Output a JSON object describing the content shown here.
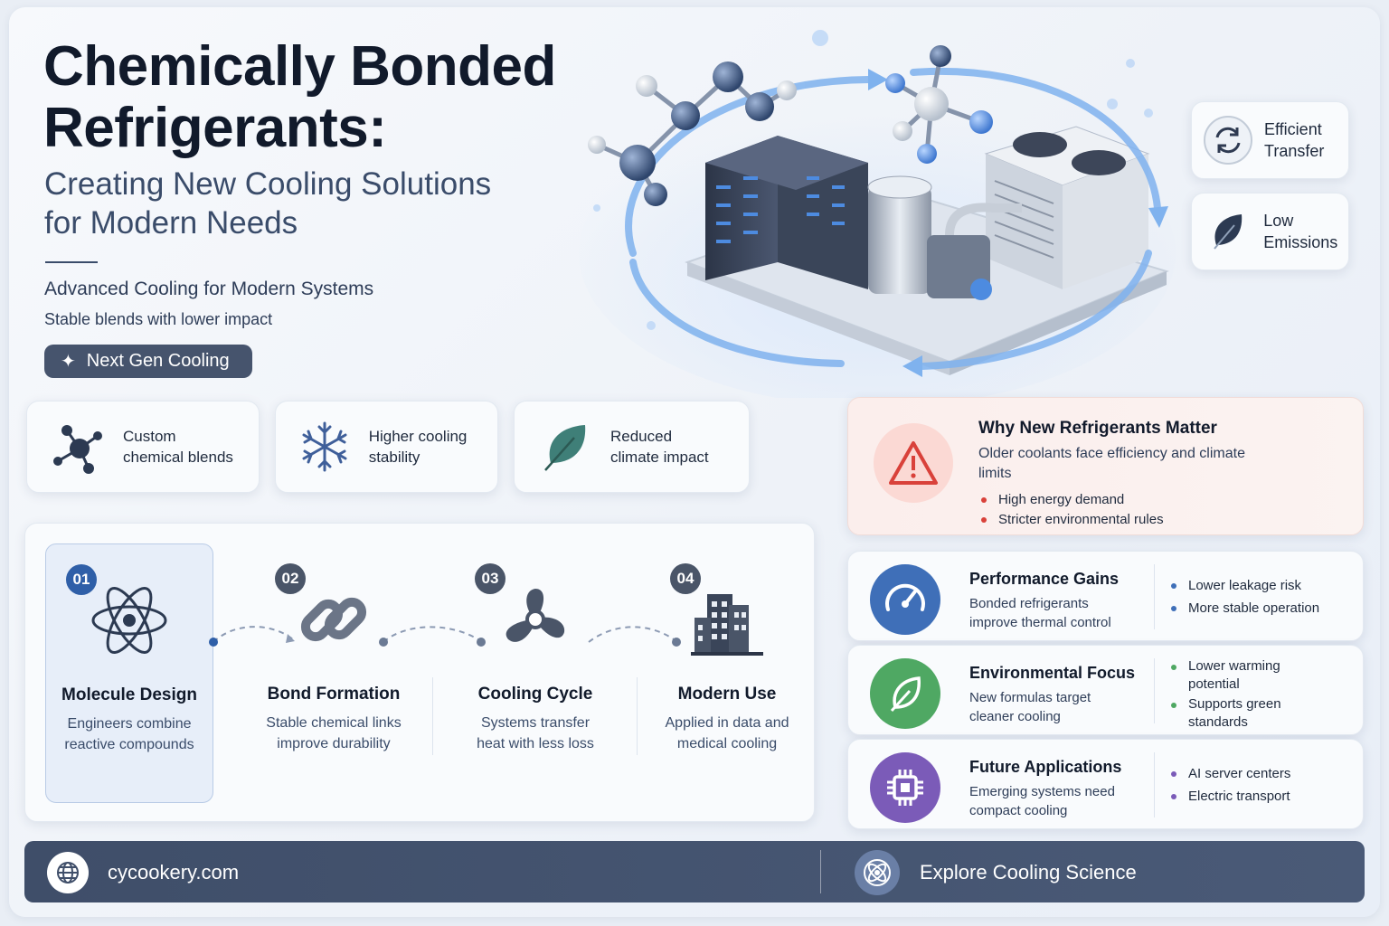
{
  "header": {
    "title_line1": "Chemically Bonded",
    "title_line2": "Refrigerants:",
    "subtitle_line1": "Creating New Cooling Solutions",
    "subtitle_line2": "for Modern Needs",
    "tagline": "Advanced Cooling for Modern Systems",
    "tagline2": "Stable blends with lower impact",
    "cta_label": "Next Gen Cooling"
  },
  "side_badges": [
    {
      "line1": "Efficient",
      "line2": "Transfer",
      "icon": "refresh-arrows-icon"
    },
    {
      "line1": "Low",
      "line2": "Emissions",
      "icon": "leaf-icon"
    }
  ],
  "features": [
    {
      "line1": "Custom",
      "line2": "chemical blends",
      "icon": "molecule-icon"
    },
    {
      "line1": "Higher cooling",
      "line2": "stability",
      "icon": "snowflake-icon"
    },
    {
      "line1": "Reduced",
      "line2": "climate impact",
      "icon": "leaf-icon"
    }
  ],
  "steps": [
    {
      "num": "01",
      "title": "Molecule Design",
      "desc1": "Engineers combine",
      "desc2": "reactive compounds",
      "icon": "atom-icon"
    },
    {
      "num": "02",
      "title": "Bond Formation",
      "desc1": "Stable chemical links",
      "desc2": "improve durability",
      "icon": "chain-link-icon"
    },
    {
      "num": "03",
      "title": "Cooling Cycle",
      "desc1": "Systems transfer",
      "desc2": "heat with less loss",
      "icon": "fan-icon"
    },
    {
      "num": "04",
      "title": "Modern Use",
      "desc1": "Applied in data and",
      "desc2": "medical cooling",
      "icon": "building-icon"
    }
  ],
  "why": {
    "title": "Why New Refrigerants Matter",
    "desc": "Older coolants face efficiency and climate limits",
    "bullets": [
      "High energy demand",
      "Stricter environmental rules"
    ]
  },
  "rows": [
    {
      "title": "Performance Gains",
      "desc": "Bonded refrigerants improve thermal control",
      "bullets": [
        "Lower leakage risk",
        "More stable operation"
      ],
      "icon": "gauge-icon",
      "color": "#3f6fb8"
    },
    {
      "title": "Environmental Focus",
      "desc": "New formulas target cleaner cooling",
      "bullets": [
        "Lower warming potential",
        "Supports green standards"
      ],
      "icon": "leaf-icon",
      "color": "#4fa863"
    },
    {
      "title": "Future Applications",
      "desc": "Emerging systems need compact cooling",
      "bullets": [
        "AI server centers",
        "Electric transport"
      ],
      "icon": "chip-icon",
      "color": "#7b5bb8"
    }
  ],
  "footer": {
    "site": "cycookery.com",
    "explore": "Explore Cooling Science"
  },
  "colors": {
    "step_active": "#2f5fa8",
    "step_inactive": "#4a5568",
    "alert_red": "#d9413a",
    "footer_bg": "#44536f"
  }
}
